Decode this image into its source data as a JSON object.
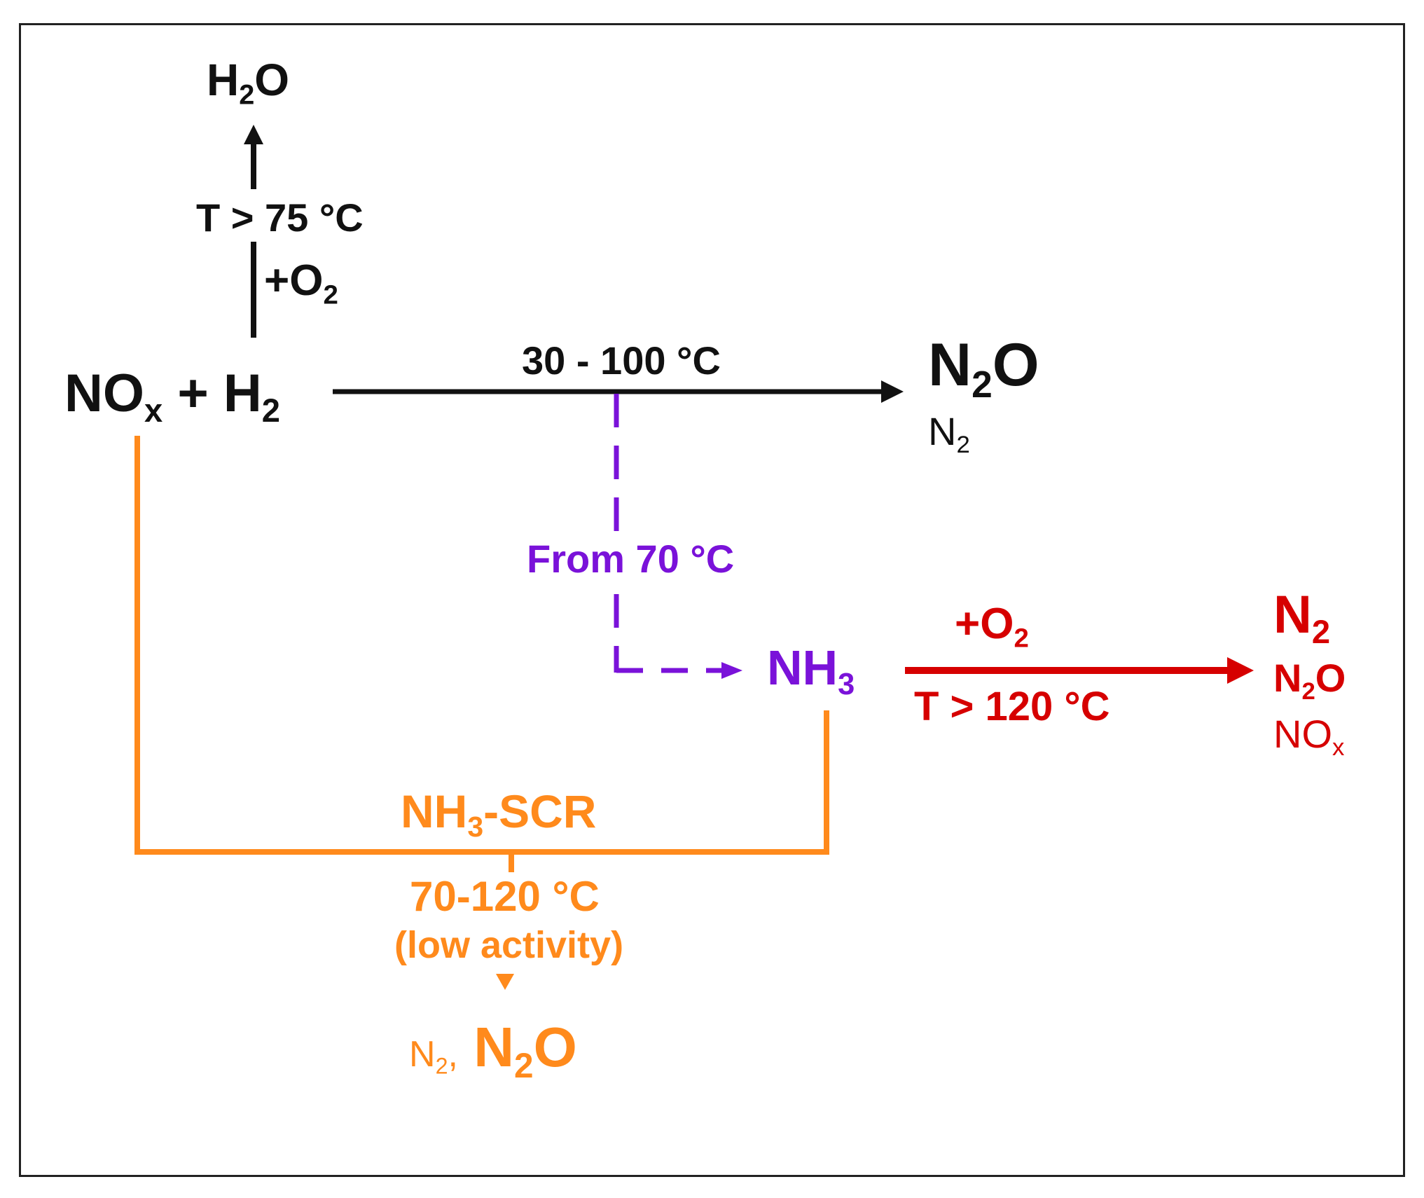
{
  "colors": {
    "main": "#111111",
    "ammonia_formation": "#7a12d9",
    "ammonia_oxidation": "#d60000",
    "nh3_scr": "#ff8a1c"
  },
  "reactants": {
    "text": "NO",
    "sub1": "x",
    "plus": "+ H",
    "sub2": "2"
  },
  "water_path": {
    "product": {
      "text": "H",
      "sub": "2",
      "tail": "O"
    },
    "temperature": "T > 75 °C",
    "reagent": {
      "text": "+O",
      "sub": "2"
    }
  },
  "direct_path": {
    "temperature": "30 - 100 °C",
    "major_product": {
      "text": "N",
      "sub": "2",
      "tail": "O"
    },
    "minor_product": {
      "text": "N",
      "sub": "2"
    }
  },
  "ammonia_path": {
    "temperature": "From 70 °C",
    "product": {
      "text": "NH",
      "sub": "3"
    }
  },
  "ammonia_oxidation": {
    "reagent": {
      "text": "+O",
      "sub": "2"
    },
    "temperature": "T > 120 °C",
    "products": [
      {
        "text": "N",
        "sub": "2",
        "tail": ""
      },
      {
        "text": "N",
        "sub": "2",
        "tail": "O"
      },
      {
        "text": "NO",
        "sub": "x",
        "tail": ""
      }
    ]
  },
  "scr_path": {
    "name": {
      "text": "NH",
      "sub": "3",
      "tail": "-SCR"
    },
    "temperature": "70-120 °C",
    "note": "(low activity)",
    "minor_product": {
      "text": "N",
      "sub": "2",
      "tail": ","
    },
    "major_product": {
      "text": "N",
      "sub": "2",
      "tail": "O"
    }
  }
}
